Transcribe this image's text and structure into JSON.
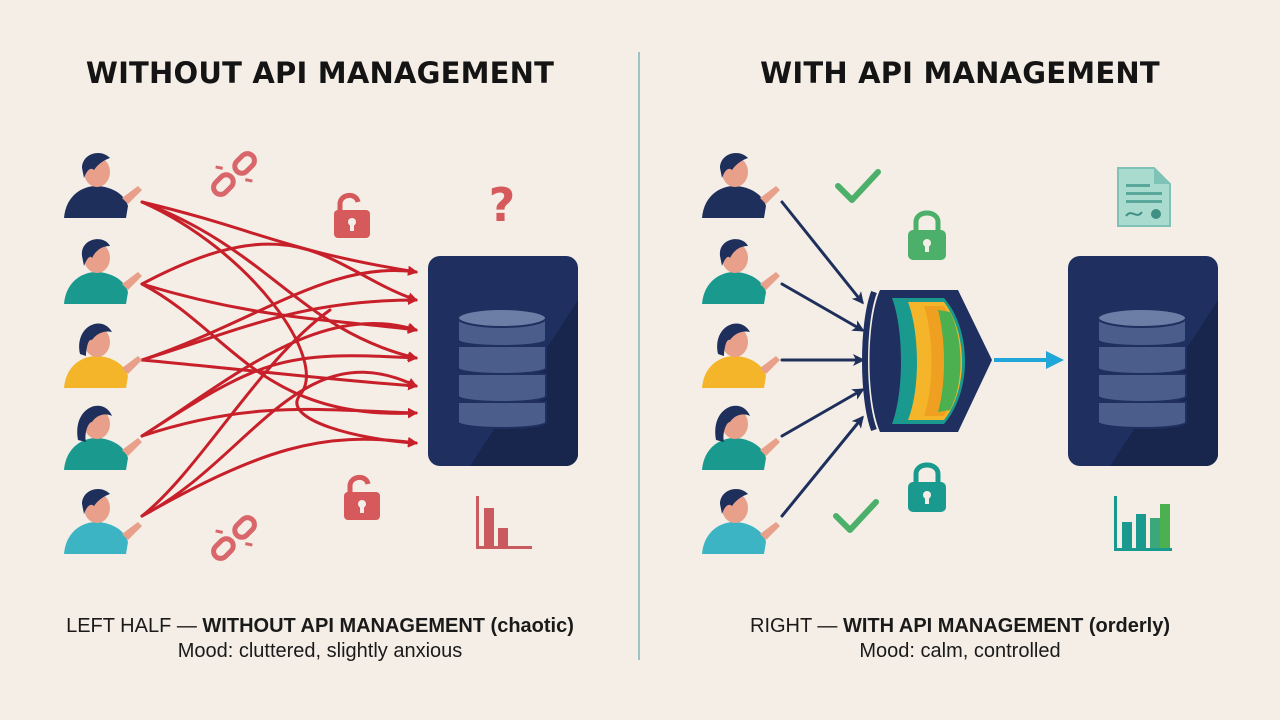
{
  "left_panel": {
    "title": "WITHOUT API MANAGEMENT",
    "caption_prefix": "LEFT HALF — ",
    "caption_bold": "WITHOUT API MANAGEMENT (chaotic)",
    "mood": "Mood: cluttered, slightly anxious",
    "question_mark": "?"
  },
  "right_panel": {
    "title": "WITH API MANAGEMENT",
    "caption_prefix": "RIGHT — ",
    "caption_bold": "WITH API MANAGEMENT (orderly)",
    "mood": "Mood: calm, controlled"
  },
  "colors": {
    "background": "#f4eee6",
    "chaos_red": "#c8202a",
    "navy": "#1f2f5c",
    "teal": "#1a9a8e",
    "yellow": "#f4b52a",
    "green": "#4caf50",
    "accent_blue": "#20a6d8",
    "divider": "#9fc3c4"
  },
  "icons": {
    "left": [
      "user-icon",
      "broken-link-icon",
      "unlocked-padlock-icon",
      "question-mark-icon",
      "database-server-icon",
      "bar-chart-icon"
    ],
    "right": [
      "user-icon",
      "check-mark-icon",
      "locked-padlock-icon",
      "document-icon",
      "api-gateway-funnel-icon",
      "database-server-icon",
      "bar-chart-icon"
    ]
  }
}
